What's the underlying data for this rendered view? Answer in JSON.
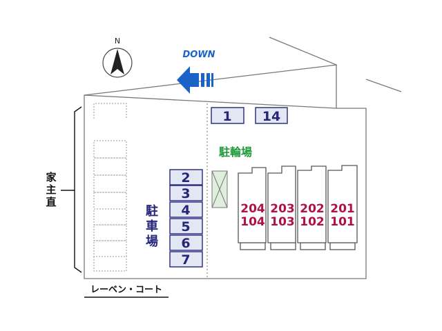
{
  "compass": {
    "label": "N"
  },
  "direction": {
    "label": "DOWN",
    "color": "#1a64c8"
  },
  "house_owner_label": [
    "家",
    "主",
    "直"
  ],
  "parking_label": [
    "駐",
    "車",
    "場"
  ],
  "bicycle_parking_label": "駐輪場",
  "top_slots": [
    "1",
    "14"
  ],
  "parking_slots": [
    "2",
    "3",
    "4",
    "5",
    "6",
    "7"
  ],
  "units": [
    {
      "upper": "204",
      "lower": "104"
    },
    {
      "upper": "203",
      "lower": "103"
    },
    {
      "upper": "202",
      "lower": "102"
    },
    {
      "upper": "201",
      "lower": "101"
    }
  ],
  "neighbor_label": "レーベン・コート",
  "colors": {
    "slot_fill": "#e3e6f3",
    "slot_text": "#25257a",
    "unit_text": "#b0104a",
    "bike_fill": "#dfeedd",
    "bike_label": "#1f9a3a"
  }
}
